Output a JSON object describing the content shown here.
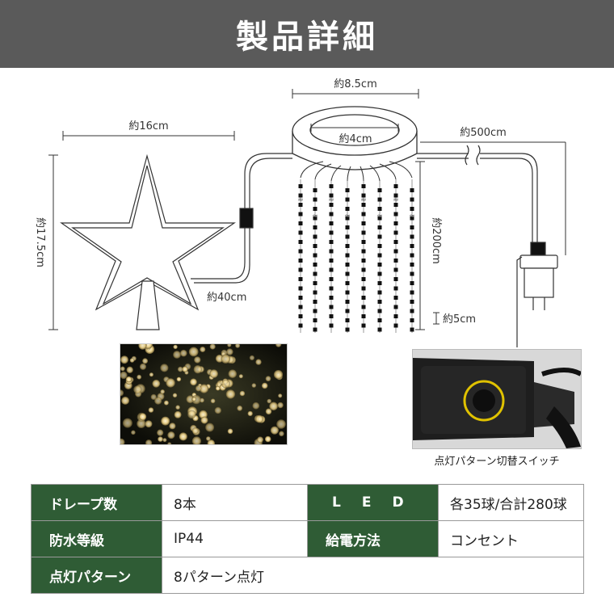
{
  "header": {
    "title": "製品詳細"
  },
  "diagram": {
    "dimensions": {
      "star_width": "約16cm",
      "star_height": "約17.5cm",
      "ring_outer": "約8.5cm",
      "ring_inner": "約4cm",
      "cable_to_power": "約500cm",
      "strand_length": "約200cm",
      "star_cable": "約40cm",
      "led_spacing": "約5cm"
    },
    "switch_caption": "点灯パターン切替スイッチ"
  },
  "specs": {
    "rows": [
      {
        "label1": "ドレープ数",
        "value1": "8本",
        "label2": "LED",
        "value2": "各35球/合計280球"
      },
      {
        "label1": "防水等級",
        "value1": "IP44",
        "label2": "給電方法",
        "value2": "コンセント"
      },
      {
        "label1": "点灯パターン",
        "value1": "8パターン点灯"
      }
    ]
  },
  "colors": {
    "header_bg": "#5a5a5a",
    "table_header_bg": "#2f5c35",
    "line": "#333333"
  }
}
